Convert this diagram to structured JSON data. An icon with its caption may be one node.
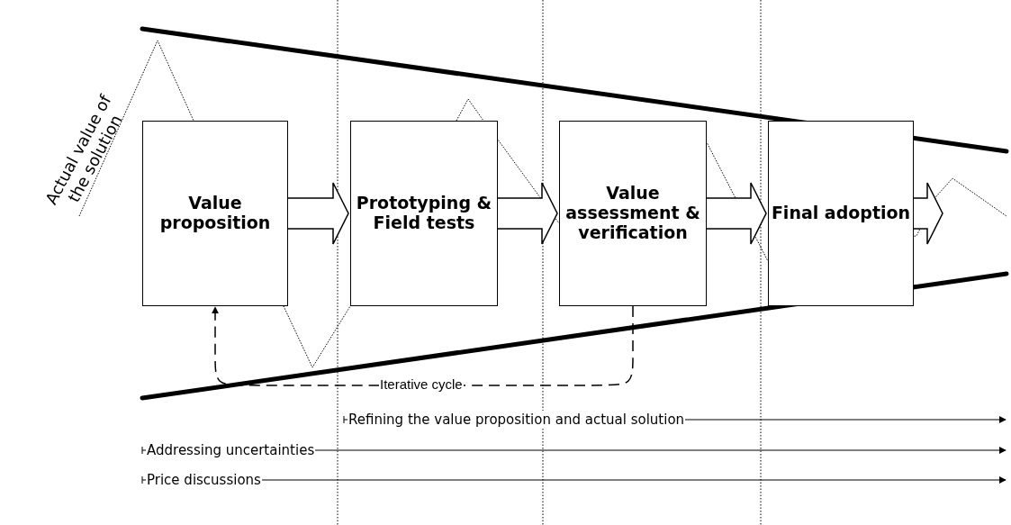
{
  "diagram": {
    "nodes": [
      {
        "text": [
          "Value proposition"
        ]
      },
      {
        "text": [
          "Prototyping & Field tests"
        ]
      },
      {
        "text": [
          "Value assessment & verification"
        ]
      },
      {
        "text": [
          "Final adoption"
        ]
      }
    ],
    "edges": [
      {
        "from": 0,
        "to": 1,
        "arrow": "to"
      },
      {
        "from": 1,
        "to": 2,
        "arrow": "to"
      },
      {
        "from": 2,
        "to": 3,
        "arrow": "to"
      },
      {
        "from": 3,
        "to": null,
        "arrow": "to"
      },
      {
        "from": 2,
        "to": 0,
        "arrow": "to",
        "label": "Iterative cycle",
        "style": "dashed"
      }
    ],
    "labels": [
      "Actual value of the solution",
      "Refining the value proposition and actual solution",
      "Addressing uncertainties",
      "Price discussions"
    ]
  }
}
